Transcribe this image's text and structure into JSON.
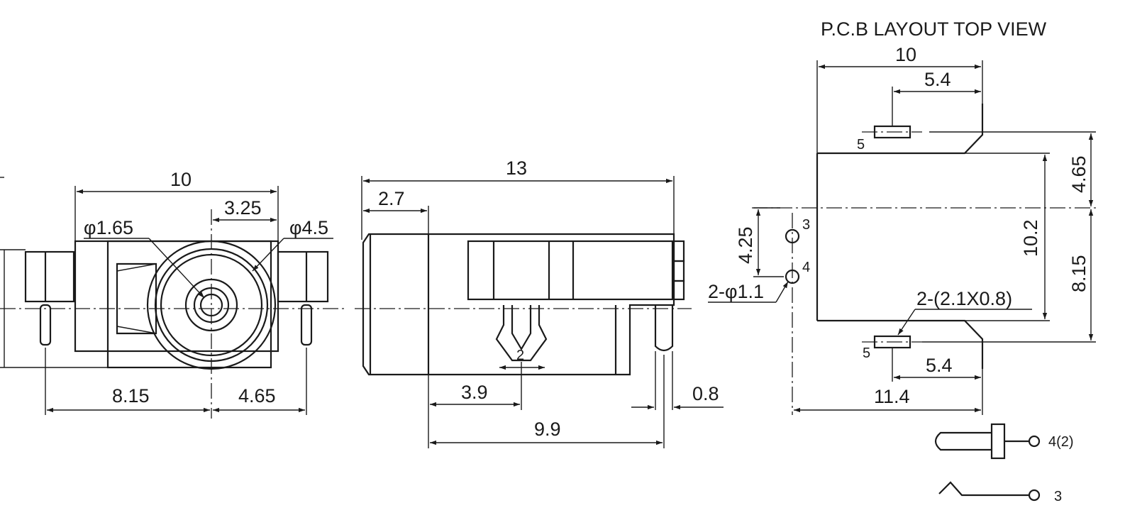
{
  "title": "P.C.B LAYOUT  TOP VIEW",
  "front_view": {
    "width": "10",
    "offset_top": "3.25",
    "hole_small": "φ1.65",
    "hole_large": "φ4.5",
    "left": "8.15",
    "right": "4.65"
  },
  "side_view": {
    "length": "13",
    "front": "2.7",
    "pin_pos": "3.9",
    "pin_label": "2",
    "rear": "9.9",
    "pin_width": "0.8"
  },
  "pcb_layout": {
    "width": "10",
    "top_pad_offset": "5.4",
    "bottom_pad_offset": "5.4",
    "total_width": "11.4",
    "height": "10.2",
    "upper": "4.65",
    "lower": "8.15",
    "hole_spacing": "4.25",
    "holes": "2-φ1.1",
    "pads": "2-(2.1X0.8)",
    "pad_top_label": "5",
    "pad_bottom_label": "5",
    "hole_3_label": "3",
    "hole_4_label": "4"
  },
  "schematic": {
    "pin_a": "4(2)",
    "pin_b": "3"
  }
}
